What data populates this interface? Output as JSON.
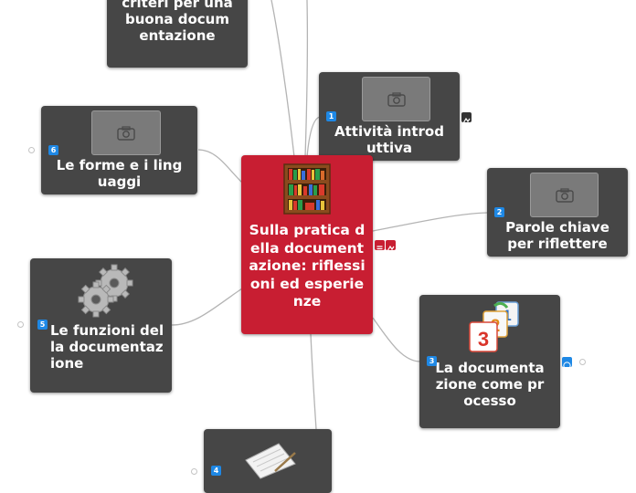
{
  "map": {
    "central": {
      "label": "Sulla pratica della documentazione: riflessioni ed esperienze",
      "icon": "bookshelf-icon"
    },
    "branches": [
      {
        "number": "1",
        "label": "Attività introduttiva",
        "icon": "camera-placeholder-icon"
      },
      {
        "number": "2",
        "label": "Parole chiave per riflettere",
        "icon": "camera-placeholder-icon"
      },
      {
        "number": "3",
        "label": "La documentazione come processo",
        "icon": "numbered-steps-icon"
      },
      {
        "number": "4",
        "label": "",
        "icon": "notepad-icon"
      },
      {
        "number": "5",
        "label": "Le funzioni della documentazione",
        "icon": "gears-icon"
      },
      {
        "number": "6",
        "label": "Le forme e i linguaggi",
        "icon": "camera-placeholder-icon"
      },
      {
        "label": "criteri per una buona documentazione"
      }
    ]
  },
  "colors": {
    "central": "#c81e32",
    "node": "#464646",
    "badge": "#1e88e5",
    "connector": "#b4b4b4"
  }
}
